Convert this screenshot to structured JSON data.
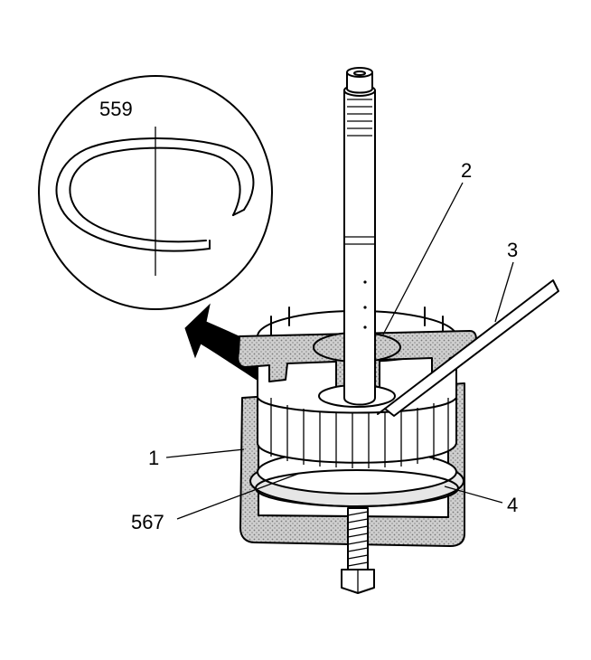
{
  "callouts": {
    "c559": "559",
    "c2": "2",
    "c3": "3",
    "c1": "1",
    "c567": "567",
    "c4": "4"
  }
}
